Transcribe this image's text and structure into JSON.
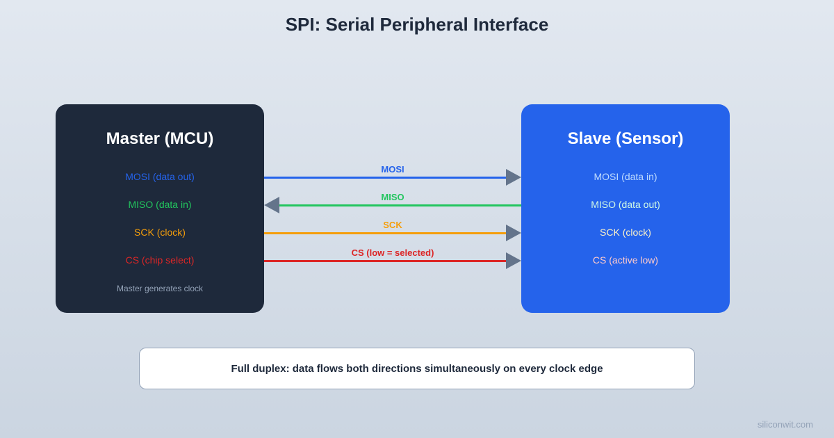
{
  "title": "SPI: Serial Peripheral Interface",
  "colors": {
    "mosi": "#2563eb",
    "miso": "#22c55e",
    "sck": "#f59e0b",
    "cs": "#dc2626",
    "arrowhead": "#64748b",
    "master_bg": "#1e293b",
    "slave_bg": "#2563eb"
  },
  "master": {
    "title": "Master (MCU)",
    "pins": [
      {
        "label": "MOSI (data out)"
      },
      {
        "label": "MISO (data in)"
      },
      {
        "label": "SCK (clock)"
      },
      {
        "label": "CS (chip select)"
      }
    ],
    "note": "Master generates clock"
  },
  "slave": {
    "title": "Slave (Sensor)",
    "pins": [
      {
        "label": "MOSI (data in)"
      },
      {
        "label": "MISO (data out)"
      },
      {
        "label": "SCK (clock)"
      },
      {
        "label": "CS (active low)"
      }
    ]
  },
  "signals": [
    {
      "label": "MOSI",
      "direction": "master-to-slave"
    },
    {
      "label": "MISO",
      "direction": "slave-to-master"
    },
    {
      "label": "SCK",
      "direction": "master-to-slave"
    },
    {
      "label": "CS (low = selected)",
      "direction": "master-to-slave"
    }
  ],
  "footer": {
    "text": "Full duplex: data flows both directions simultaneously on every clock edge"
  },
  "watermark": "siliconwit.com"
}
